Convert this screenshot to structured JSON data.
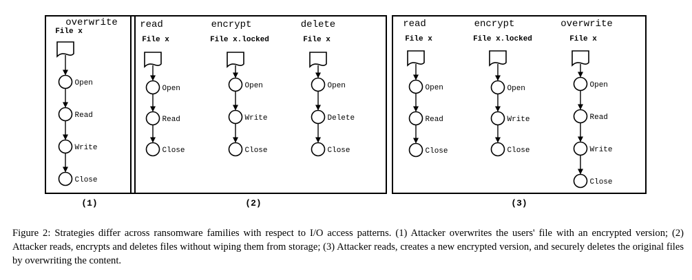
{
  "panels": [
    {
      "label": "(1)",
      "columns": [
        {
          "heading": "overwrite",
          "file": "File x",
          "steps": [
            "Open",
            "Read",
            "Write",
            "Close"
          ]
        }
      ]
    },
    {
      "label": "(2)",
      "columns": [
        {
          "heading": "read",
          "file": "File x",
          "steps": [
            "Open",
            "Read",
            "Close"
          ]
        },
        {
          "heading": "encrypt",
          "file": "File x.locked",
          "steps": [
            "Open",
            "Write",
            "Close"
          ]
        },
        {
          "heading": "delete",
          "file": "File x",
          "steps": [
            "Open",
            "Delete",
            "Close"
          ]
        }
      ]
    },
    {
      "label": "(3)",
      "columns": [
        {
          "heading": "read",
          "file": "File x",
          "steps": [
            "Open",
            "Read",
            "Close"
          ]
        },
        {
          "heading": "encrypt",
          "file": "File x.locked",
          "steps": [
            "Open",
            "Write",
            "Close"
          ]
        },
        {
          "heading": "overwrite",
          "file": "File x",
          "steps": [
            "Open",
            "Read",
            "Write",
            "Close"
          ]
        }
      ]
    }
  ],
  "caption": {
    "label": "Figure 2:",
    "text": " Strategies differ across ransomware families with respect to I/O access patterns. (1) Attacker overwrites the users' file with an encrypted version; (2) Attacker reads, encrypts and deletes files without wiping them from storage; (3) Attacker reads, creates a new encrypted version, and securely deletes the original files by overwriting the content."
  }
}
